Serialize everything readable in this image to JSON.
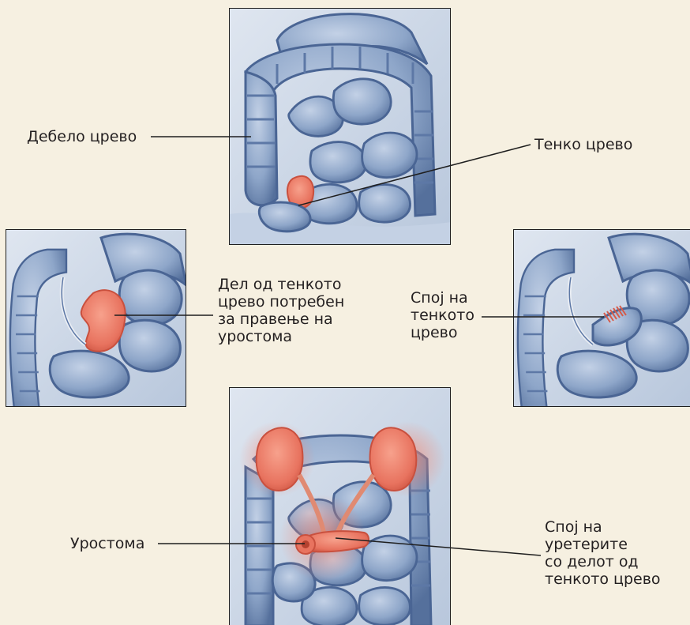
{
  "labels": {
    "large_intestine": "Дебело црево",
    "small_intestine": "Тенко црево",
    "segment_needed": "Дел од тенкото\nцрево потребен\nза правење на\nуростома",
    "small_intestine_join": "Спој на\nтенкото\nцрево",
    "urostomy": "Уростома",
    "ureters_join": "Спој на\nуретерите\nсо делот од\nтенкото црево"
  },
  "colors": {
    "background": "#f6f0e1",
    "intestine": "#8aa3c8",
    "intestine_dark": "#4f6c9c",
    "highlight": "#e8735f",
    "leader": "#1f1f1f"
  }
}
